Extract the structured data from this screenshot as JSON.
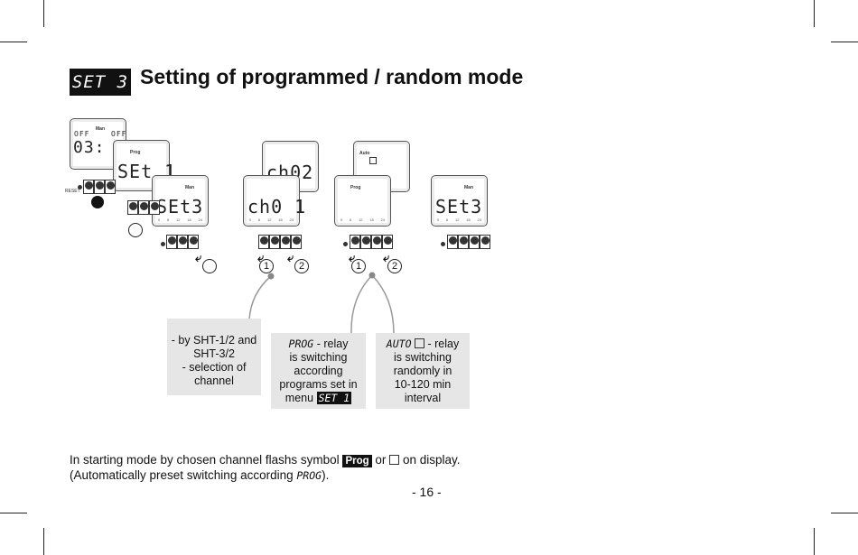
{
  "header": {
    "badge": "SET 3",
    "title": "Setting of programmed / random mode"
  },
  "displays": {
    "d1": {
      "top_label": "Man",
      "left_seg": "OFF",
      "right_seg": "OFF",
      "digits": "03: 17"
    },
    "d2": {
      "top_label": "Prog",
      "digits": "SEt 1"
    },
    "d3": {
      "top_label": "Man",
      "digits": "SEt3"
    },
    "d4": {
      "digits": "ch02"
    },
    "d5": {
      "digits": "ch0 1"
    },
    "d6": {
      "top_label": "Auto"
    },
    "d7": {
      "top_label": "Prog"
    },
    "d8": {
      "top_label": "Man",
      "digits": "SEt3"
    },
    "reset_label": "RESET",
    "scale": [
      "0",
      "6",
      "12",
      "18",
      "24"
    ]
  },
  "steps": {
    "step1": "1",
    "step2": "2"
  },
  "callouts": {
    "channel": {
      "line1": "- by SHT-1/2 and",
      "line2": "SHT-3/2",
      "line3": "- selection of",
      "line4": "channel"
    },
    "prog": {
      "symbol": "PROG",
      "text1": "- relay",
      "text2": "is switching",
      "text3": "according",
      "text4": "programs set in",
      "text5": "menu",
      "menu_badge": "SET 1"
    },
    "auto": {
      "symbol": "AUTO",
      "text1": "- relay",
      "text2": "is switching",
      "text3": "randomly in",
      "text4": "10-120 min",
      "text5": "interval"
    }
  },
  "footer": {
    "line1_a": "In starting mode by chosen channel flashs symbol",
    "prog_chip": "Prog",
    "line1_b": "or",
    "line1_c": "on display.",
    "line2_a": "(Automatically preset switching according",
    "line2_symbol": "PROG",
    "line2_b": ")."
  },
  "page_number": "- 16 -"
}
